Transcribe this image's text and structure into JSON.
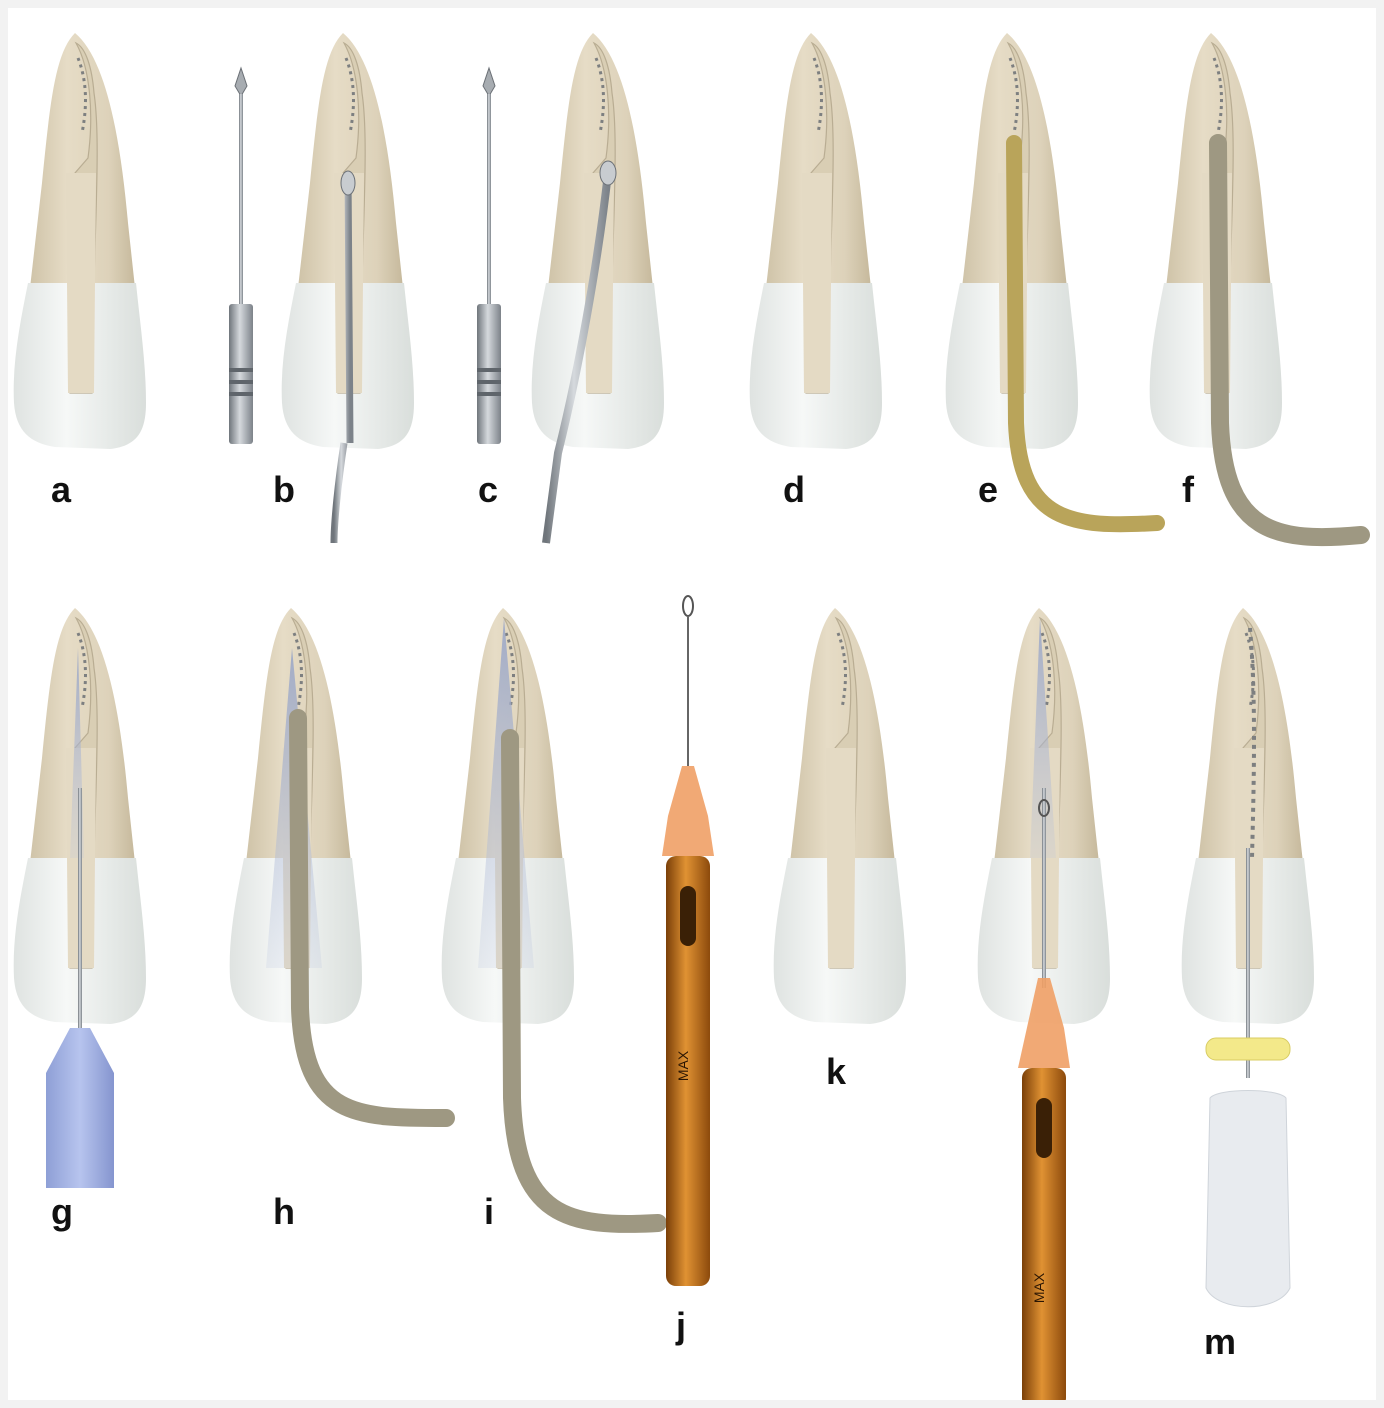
{
  "figure": {
    "panel_labels": {
      "a": "a",
      "b": "b",
      "c": "c",
      "d": "d",
      "e": "e",
      "f": "f",
      "g": "g",
      "h": "h",
      "i": "i",
      "j": "j",
      "k": "k",
      "m": "m"
    },
    "device_text": {
      "brand_j": "MAX",
      "brand_l": "MAX"
    }
  },
  "colors": {
    "root_dentin": "#e1d6be",
    "crown_enamel": "#eef1ef",
    "canal_fill": "#dcd1b8",
    "instrument_steel": "#9aa0a6",
    "gutta_percha_e": "#b9a45a",
    "gutta_percha_f": "#9e9882",
    "irrigation_needle": "#9fb1e0",
    "activator_tip": "#f0a066",
    "activator_body": "#c8781e",
    "stopper_yellow": "#f3e98a",
    "file_handle": "#e8ebef",
    "label_text": "#111111"
  }
}
